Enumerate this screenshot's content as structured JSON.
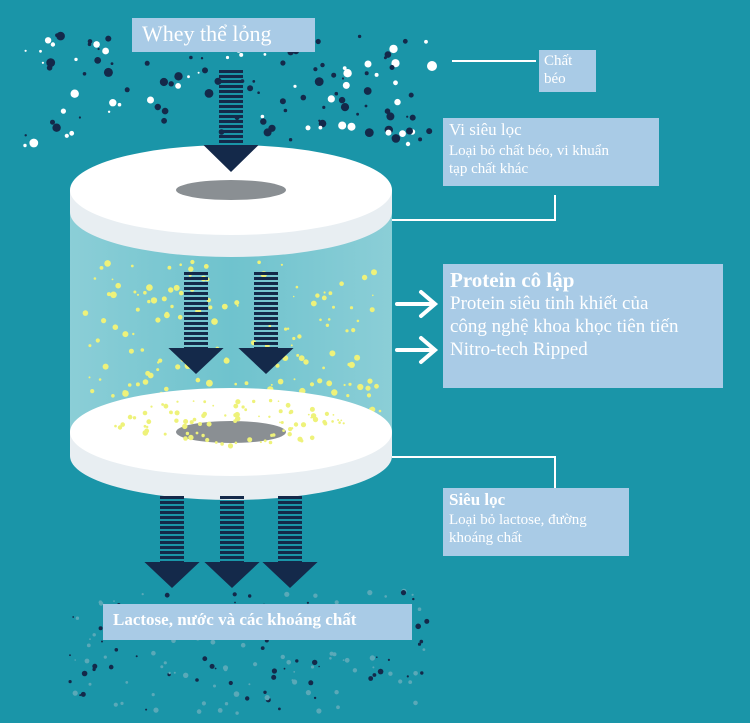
{
  "labels": {
    "whey": "Whey thể lỏng",
    "fat": [
      "Chất",
      "béo"
    ],
    "microfiltration": {
      "title": "Vi siêu lọc",
      "lines": [
        "Loại bỏ chất béo, vi khuẩn",
        "tạp chất khác"
      ]
    },
    "isolate": {
      "title": "Protein cô lập",
      "lines": [
        "Protein siêu tinh khiết của",
        "công nghệ khoa khọc tiên tiến",
        "Nitro-tech Ripped"
      ]
    },
    "ultrafiltration": {
      "title": "Siêu lọc",
      "lines": [
        "Loại bỏ lactose, đường",
        "khoáng chất"
      ]
    },
    "output": "Lactose, nước và các khoáng chất"
  },
  "colors": {
    "background": "#1a95a8",
    "label_box": "#a9cbe6",
    "arrow": "#14294a",
    "filter_disk": "#ffffff",
    "cylinder_body": "#7fcad3",
    "particle_yellow": "#eef27a",
    "particle_dark": "#14294a"
  }
}
